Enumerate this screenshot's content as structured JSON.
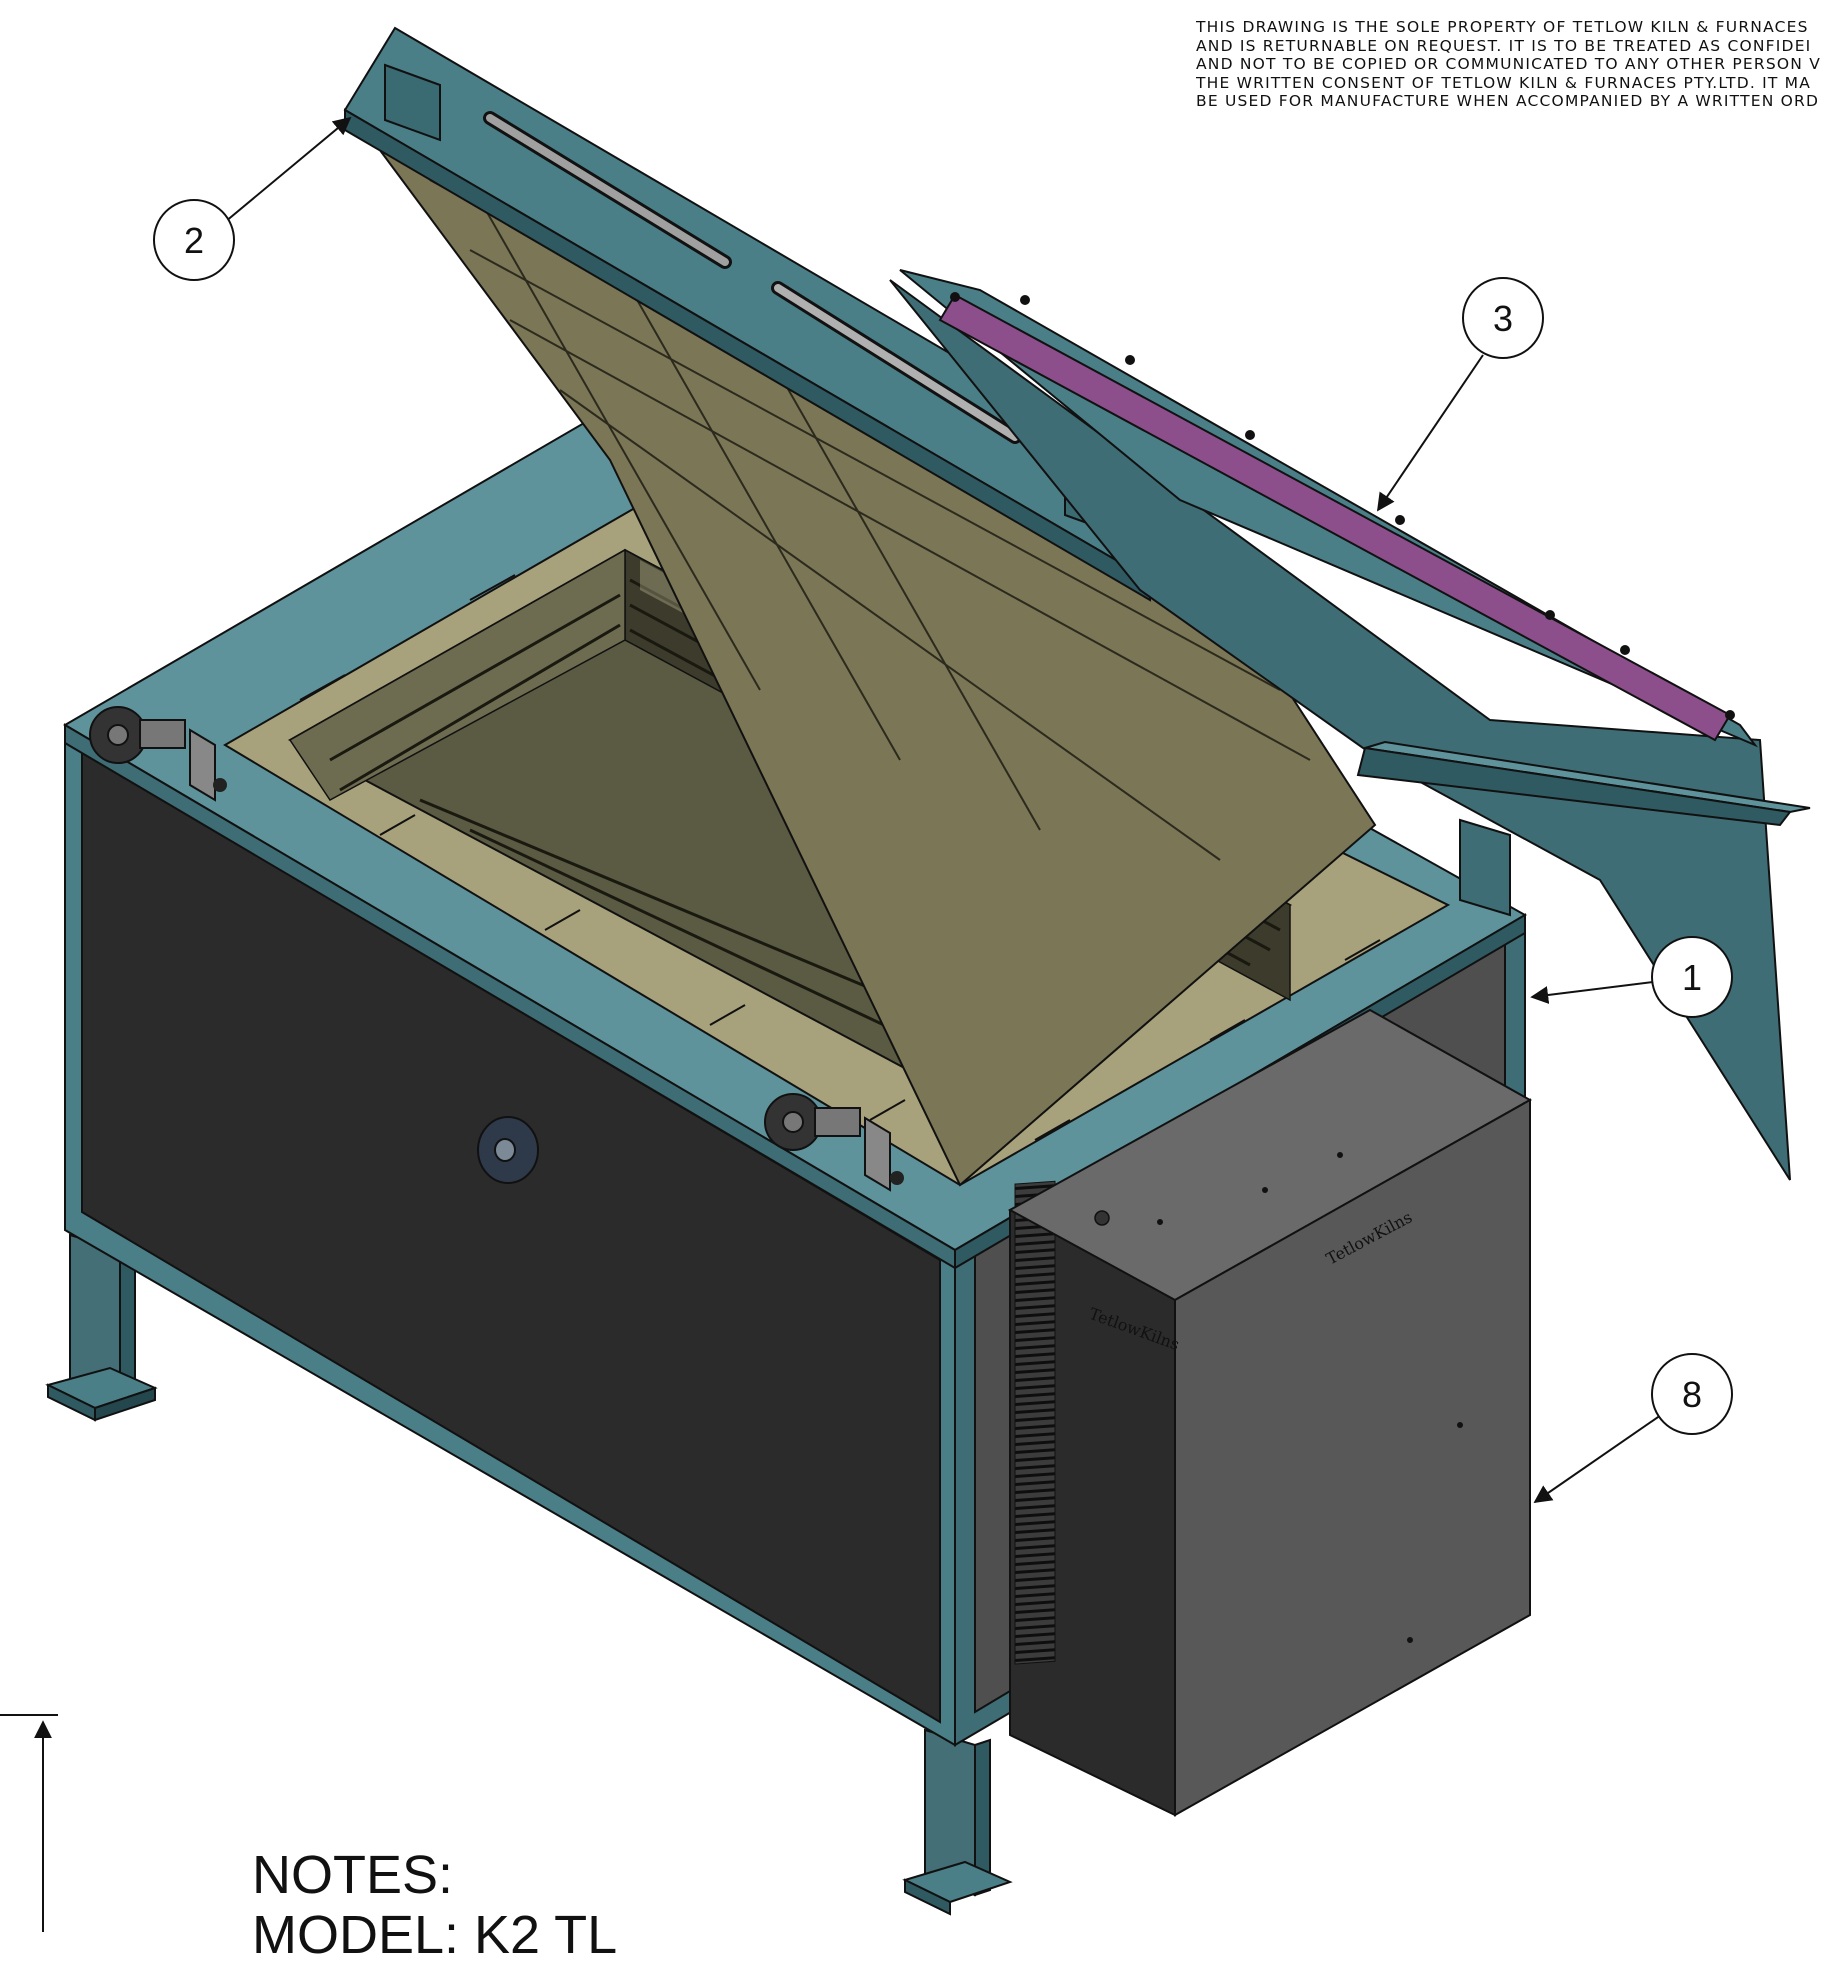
{
  "disclaimer": {
    "lines": [
      "THIS DRAWING IS THE SOLE PROPERTY OF TETLOW KILN & FURNACES",
      "AND IS RETURNABLE ON REQUEST. IT IS TO BE TREATED AS CONFIDEI",
      "AND NOT TO BE COPIED OR COMMUNICATED TO ANY OTHER PERSON V",
      "THE WRITTEN CONSENT OF TETLOW KILN & FURNACES PTY.LTD. IT MA",
      "BE USED FOR MANUFACTURE WHEN ACCOMPANIED BY A WRITTEN ORD"
    ]
  },
  "balloons": [
    {
      "id": "balloon-2",
      "label": "2"
    },
    {
      "id": "balloon-3",
      "label": "3"
    },
    {
      "id": "balloon-1",
      "label": "1"
    },
    {
      "id": "balloon-8",
      "label": "8"
    }
  ],
  "notes": {
    "heading": "NOTES:",
    "model_line": "MODEL: K2 TL"
  },
  "brand_marks": [
    "TetlowKilns",
    "TetlowKilns"
  ],
  "colors": {
    "frame_teal": "#4b7f88",
    "frame_teal_dark": "#2f5a62",
    "brick": "#a8a27c",
    "brick_dark": "#6c6b4b",
    "panel_dark": "#2b2b2b",
    "control_box": "#5c5c5c",
    "element_cover": "#8c4f8c"
  }
}
